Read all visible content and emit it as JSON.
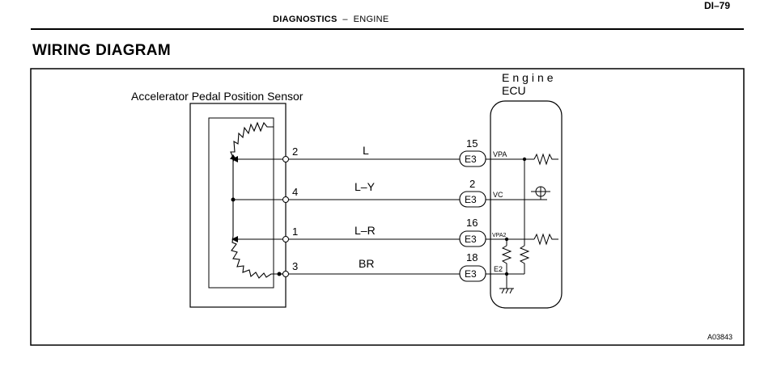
{
  "header": {
    "section": "DIAGNOSTICS",
    "separator": "–",
    "subsection": "ENGINE",
    "page_number": "DI–79"
  },
  "title": "WIRING DIAGRAM",
  "diagram": {
    "sensor_label": "Accelerator Pedal Position Sensor",
    "ecu_label_line1": "Engine",
    "ecu_label_line2": "ECU",
    "wires": [
      {
        "sensor_pin": "2",
        "color_code": "L",
        "ecu_pin": "15",
        "connector": "E3",
        "terminal": "VPA"
      },
      {
        "sensor_pin": "4",
        "color_code": "L–Y",
        "ecu_pin": "2",
        "connector": "E3",
        "terminal": "VC"
      },
      {
        "sensor_pin": "1",
        "color_code": "L–R",
        "ecu_pin": "16",
        "connector": "E3",
        "terminal": "VPA2"
      },
      {
        "sensor_pin": "3",
        "color_code": "BR",
        "ecu_pin": "18",
        "connector": "E3",
        "terminal": "E2"
      }
    ],
    "figure_code": "A03843"
  }
}
